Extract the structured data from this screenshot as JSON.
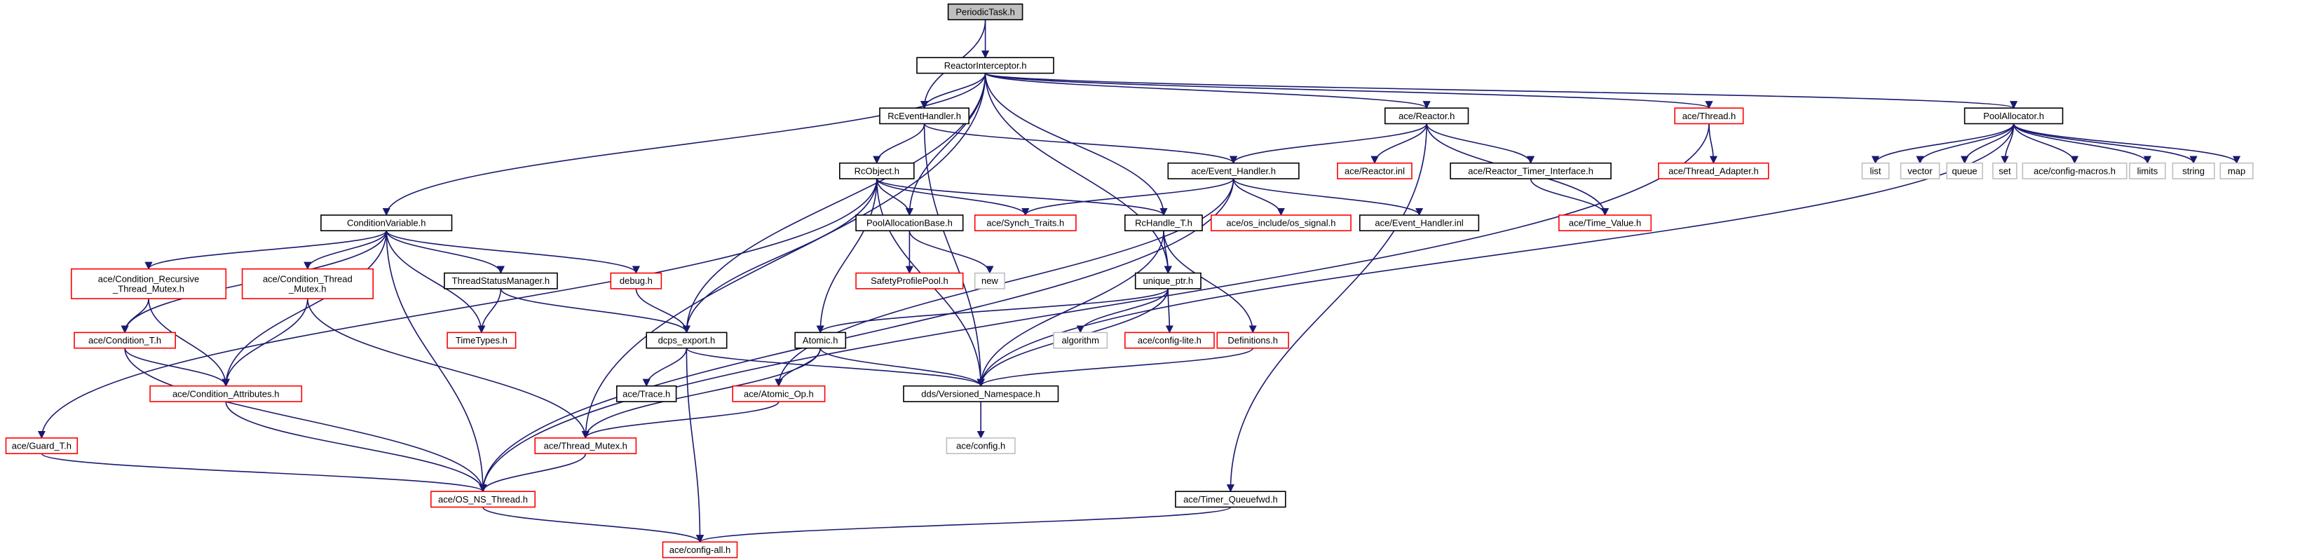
{
  "colors": {
    "edge": "#191970",
    "border_normal": "#000000",
    "border_red": "#ff0000",
    "border_gray": "#bfbfbf",
    "root_fill": "#bfbfbf",
    "text": "#000000"
  },
  "nodes": [
    {
      "id": "n0",
      "label": "PeriodicTask.h",
      "style": "root"
    },
    {
      "id": "n1",
      "label": "ReactorInterceptor.h",
      "style": "normal"
    },
    {
      "id": "n2",
      "label": "RcEventHandler.h",
      "style": "normal"
    },
    {
      "id": "n3",
      "label": "ace/Reactor.h",
      "style": "normal"
    },
    {
      "id": "n4",
      "label": "ace/Thread.h",
      "style": "red"
    },
    {
      "id": "n5",
      "label": "PoolAllocator.h",
      "style": "normal"
    },
    {
      "id": "n6",
      "label": "RcObject.h",
      "style": "normal"
    },
    {
      "id": "n7",
      "label": "ace/Event_Handler.h",
      "style": "normal"
    },
    {
      "id": "n8",
      "label": "ace/Reactor.inl",
      "style": "red"
    },
    {
      "id": "n9",
      "label": "ace/Reactor_Timer_Interface.h",
      "style": "normal"
    },
    {
      "id": "n10",
      "label": "ace/Thread_Adapter.h",
      "style": "red"
    },
    {
      "id": "n11",
      "label": "list",
      "style": "gray"
    },
    {
      "id": "n12",
      "label": "vector",
      "style": "gray"
    },
    {
      "id": "n13",
      "label": "queue",
      "style": "gray"
    },
    {
      "id": "n14",
      "label": "set",
      "style": "gray"
    },
    {
      "id": "n15",
      "label": "ace/config-macros.h",
      "style": "gray"
    },
    {
      "id": "n16",
      "label": "limits",
      "style": "gray"
    },
    {
      "id": "n17",
      "label": "string",
      "style": "gray"
    },
    {
      "id": "n18",
      "label": "map",
      "style": "gray"
    },
    {
      "id": "n19",
      "label": "ConditionVariable.h",
      "style": "normal"
    },
    {
      "id": "n20",
      "label": "PoolAllocationBase.h",
      "style": "normal"
    },
    {
      "id": "n21",
      "label": "ace/Synch_Traits.h",
      "style": "red"
    },
    {
      "id": "n22",
      "label": "RcHandle_T.h",
      "style": "normal"
    },
    {
      "id": "n23",
      "label": "ace/os_include/os_signal.h",
      "style": "red"
    },
    {
      "id": "n24",
      "label": "ace/Event_Handler.inl",
      "style": "normal"
    },
    {
      "id": "n25",
      "label": "ace/Time_Value.h",
      "style": "red"
    },
    {
      "id": "n26",
      "label": "ace/Condition_Recursive\n_Thread_Mutex.h",
      "style": "red"
    },
    {
      "id": "n27",
      "label": "ace/Condition_Thread\n_Mutex.h",
      "style": "red"
    },
    {
      "id": "n28",
      "label": "ThreadStatusManager.h",
      "style": "normal"
    },
    {
      "id": "n29",
      "label": "debug.h",
      "style": "red"
    },
    {
      "id": "n30",
      "label": "SafetyProfilePool.h",
      "style": "red"
    },
    {
      "id": "n31",
      "label": "new",
      "style": "gray"
    },
    {
      "id": "n32",
      "label": "unique_ptr.h",
      "style": "normal"
    },
    {
      "id": "n33",
      "label": "ace/Condition_T.h",
      "style": "red"
    },
    {
      "id": "n34",
      "label": "TimeTypes.h",
      "style": "red"
    },
    {
      "id": "n35",
      "label": "dcps_export.h",
      "style": "normal"
    },
    {
      "id": "n36",
      "label": "Atomic.h",
      "style": "normal"
    },
    {
      "id": "n37",
      "label": "algorithm",
      "style": "gray"
    },
    {
      "id": "n38",
      "label": "ace/config-lite.h",
      "style": "red"
    },
    {
      "id": "n39",
      "label": "Definitions.h",
      "style": "red"
    },
    {
      "id": "n40",
      "label": "ace/Condition_Attributes.h",
      "style": "red"
    },
    {
      "id": "n41",
      "label": "ace/Trace.h",
      "style": "normal"
    },
    {
      "id": "n42",
      "label": "ace/Atomic_Op.h",
      "style": "red"
    },
    {
      "id": "n43",
      "label": "dds/Versioned_Namespace.h",
      "style": "normal"
    },
    {
      "id": "n44",
      "label": "ace/Guard_T.h",
      "style": "red"
    },
    {
      "id": "n45",
      "label": "ace/Thread_Mutex.h",
      "style": "red"
    },
    {
      "id": "n46",
      "label": "ace/config.h",
      "style": "gray"
    },
    {
      "id": "n47",
      "label": "ace/OS_NS_Thread.h",
      "style": "red"
    },
    {
      "id": "n48",
      "label": "ace/Timer_Queuefwd.h",
      "style": "normal"
    },
    {
      "id": "n49",
      "label": "ace/config-all.h",
      "style": "red"
    }
  ],
  "edges": [
    [
      "n0",
      "n1"
    ],
    [
      "n0",
      "n2"
    ],
    [
      "n1",
      "n2"
    ],
    [
      "n1",
      "n3"
    ],
    [
      "n1",
      "n4"
    ],
    [
      "n1",
      "n5"
    ],
    [
      "n1",
      "n19"
    ],
    [
      "n1",
      "n20"
    ],
    [
      "n1",
      "n22"
    ],
    [
      "n1",
      "n32"
    ],
    [
      "n1",
      "n35"
    ],
    [
      "n1",
      "n45"
    ],
    [
      "n2",
      "n6"
    ],
    [
      "n2",
      "n7"
    ],
    [
      "n2",
      "n43"
    ],
    [
      "n3",
      "n7"
    ],
    [
      "n3",
      "n8"
    ],
    [
      "n3",
      "n9"
    ],
    [
      "n3",
      "n25"
    ],
    [
      "n3",
      "n48"
    ],
    [
      "n4",
      "n10"
    ],
    [
      "n4",
      "n47"
    ],
    [
      "n5",
      "n11"
    ],
    [
      "n5",
      "n12"
    ],
    [
      "n5",
      "n13"
    ],
    [
      "n5",
      "n14"
    ],
    [
      "n5",
      "n15"
    ],
    [
      "n5",
      "n16"
    ],
    [
      "n5",
      "n17"
    ],
    [
      "n5",
      "n18"
    ],
    [
      "n5",
      "n43"
    ],
    [
      "n6",
      "n20"
    ],
    [
      "n6",
      "n21"
    ],
    [
      "n6",
      "n22"
    ],
    [
      "n6",
      "n35"
    ],
    [
      "n6",
      "n36"
    ],
    [
      "n6",
      "n43"
    ],
    [
      "n6",
      "n44"
    ],
    [
      "n7",
      "n21"
    ],
    [
      "n7",
      "n23"
    ],
    [
      "n7",
      "n24"
    ],
    [
      "n7",
      "n42"
    ],
    [
      "n7",
      "n47"
    ],
    [
      "n9",
      "n25"
    ],
    [
      "n19",
      "n26"
    ],
    [
      "n19",
      "n27"
    ],
    [
      "n19",
      "n28"
    ],
    [
      "n19",
      "n29"
    ],
    [
      "n19",
      "n33"
    ],
    [
      "n19",
      "n34"
    ],
    [
      "n19",
      "n40"
    ],
    [
      "n19",
      "n47"
    ],
    [
      "n20",
      "n30"
    ],
    [
      "n20",
      "n31"
    ],
    [
      "n22",
      "n32"
    ],
    [
      "n22",
      "n39"
    ],
    [
      "n22",
      "n43"
    ],
    [
      "n26",
      "n33"
    ],
    [
      "n26",
      "n40"
    ],
    [
      "n27",
      "n40"
    ],
    [
      "n27",
      "n45"
    ],
    [
      "n28",
      "n34"
    ],
    [
      "n28",
      "n35"
    ],
    [
      "n29",
      "n35"
    ],
    [
      "n32",
      "n36"
    ],
    [
      "n32",
      "n37"
    ],
    [
      "n32",
      "n38"
    ],
    [
      "n32",
      "n43"
    ],
    [
      "n33",
      "n40"
    ],
    [
      "n33",
      "n47"
    ],
    [
      "n35",
      "n41"
    ],
    [
      "n35",
      "n43"
    ],
    [
      "n35",
      "n49"
    ],
    [
      "n36",
      "n42"
    ],
    [
      "n36",
      "n43"
    ],
    [
      "n36",
      "n45"
    ],
    [
      "n39",
      "n43"
    ],
    [
      "n40",
      "n47"
    ],
    [
      "n42",
      "n45"
    ],
    [
      "n43",
      "n46"
    ],
    [
      "n44",
      "n47"
    ],
    [
      "n45",
      "n47"
    ],
    [
      "n47",
      "n49"
    ],
    [
      "n48",
      "n49"
    ]
  ]
}
